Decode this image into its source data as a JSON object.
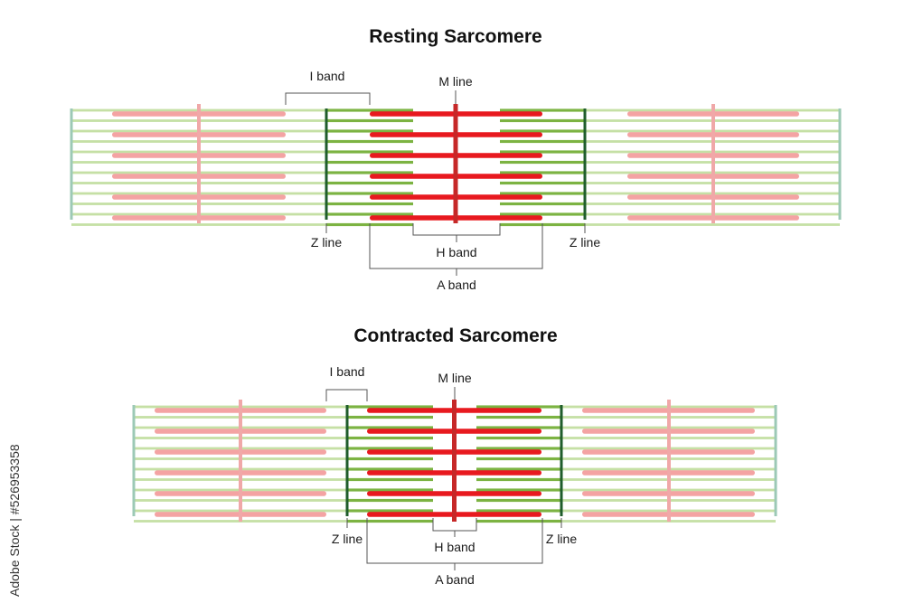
{
  "diagrams": [
    {
      "title": "Resting Sarcomere",
      "labels": {
        "i_band": "I band",
        "m_line": "M line",
        "z_line_left": "Z line",
        "z_line_right": "Z line",
        "h_band": "H band",
        "a_band": "A band"
      }
    },
    {
      "title": "Contracted Sarcomere",
      "labels": {
        "i_band": "I band",
        "m_line": "M line",
        "z_line_left": "Z line",
        "z_line_right": "Z line",
        "h_band": "H band",
        "a_band": "A band"
      }
    }
  ],
  "colors": {
    "thick_filament_focus": "#e8191f",
    "thick_filament_neighbor": "#f4a3a3",
    "thin_filament_focus": "#7cb342",
    "thin_filament_neighbor": "#c5e0a5",
    "z_line_focus": "#1f5d2b",
    "z_line_neighbor": "#9cc9b6",
    "m_line_focus": "#c62828",
    "m_line_neighbor": "#f0a8a8"
  },
  "watermark": "Adobe Stock | #526953358"
}
